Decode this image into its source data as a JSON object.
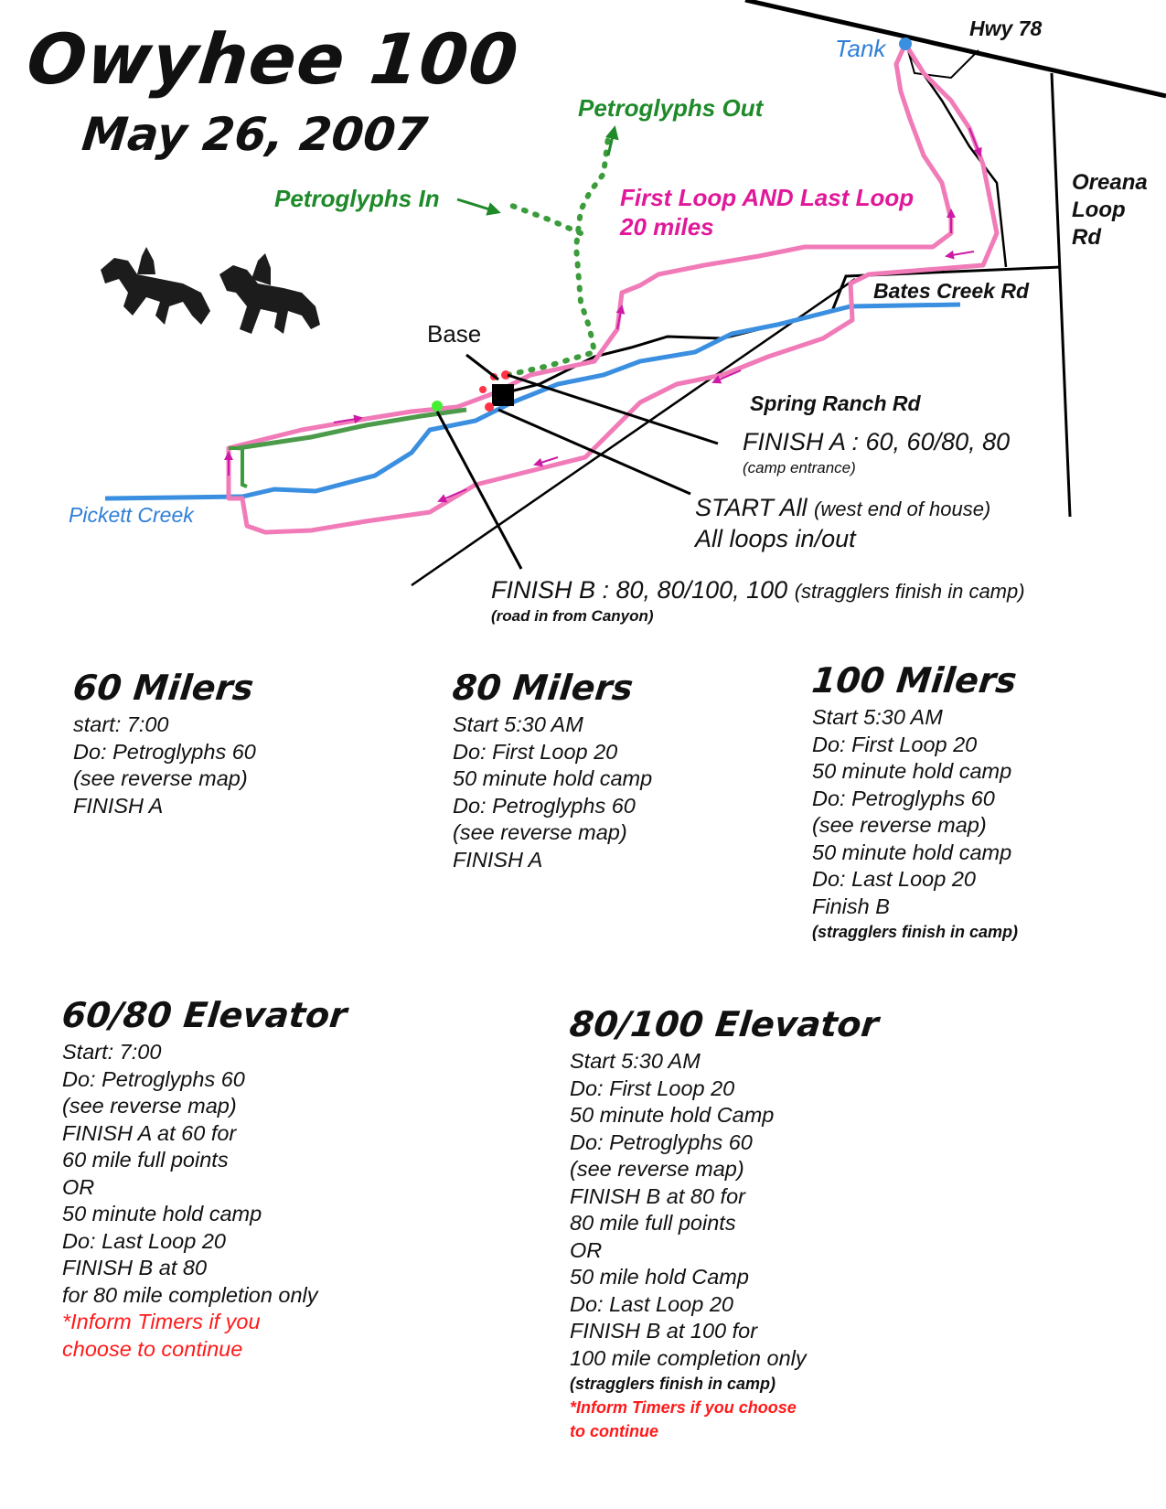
{
  "title": "Owyhee 100",
  "date": "May 26, 2007",
  "map": {
    "labels": {
      "hwy": "Hwy 78",
      "tank": "Tank",
      "oreana_1": "Oreana",
      "oreana_2": "Loop",
      "oreana_3": "Rd",
      "bates": "Bates Creek Rd",
      "spring": "Spring Ranch Rd",
      "pickett": "Pickett Creek",
      "base": "Base",
      "petro_out": "Petroglyphs Out",
      "petro_in": "Petroglyphs In",
      "loop_1": "First Loop AND Last Loop",
      "loop_2": "20 miles",
      "finish_a": "FINISH A : 60, 60/80, 80",
      "finish_a_note": "(camp entrance)",
      "start_all": "START All",
      "start_note": "(west end of house)",
      "all_loops": "All loops in/out",
      "finish_b": "FINISH B : 80, 80/100, 100",
      "finish_b_note": "(stragglers finish in camp)",
      "road_in": "(road in from Canyon)"
    },
    "colors": {
      "road": "#000000",
      "creek": "#3b8fe0",
      "loop": "#f07bb8",
      "loop_dark": "#e25a8c",
      "petroglyph": "#3c9c3c",
      "arrow": "#cc1aa6"
    }
  },
  "sections": {
    "s60": {
      "heading": "60 Milers",
      "lines": [
        "start: 7:00",
        "Do: Petroglyphs 60",
        "(see reverse map)",
        "FINISH A"
      ]
    },
    "s80": {
      "heading": "80 Milers",
      "lines": [
        "Start 5:30 AM",
        "Do: First Loop 20",
        "50 minute hold camp",
        "Do: Petroglyphs 60",
        "(see reverse map)",
        "FINISH A"
      ]
    },
    "s100": {
      "heading": "100 Milers",
      "lines": [
        "Start 5:30 AM",
        "Do: First Loop 20",
        "50 minute hold camp",
        "Do: Petroglyphs 60",
        "(see reverse map)",
        "50 minute hold camp",
        "Do: Last Loop 20",
        "Finish B"
      ],
      "note": "(stragglers finish in camp)"
    },
    "s6080": {
      "heading": "60/80 Elevator",
      "lines": [
        "Start: 7:00",
        "Do: Petroglyphs 60",
        "(see reverse map)",
        "FINISH A at 60 for",
        "60 mile full points",
        "OR",
        "50 minute hold camp",
        "Do: Last Loop 20",
        "FINISH B at  80",
        "for 80 mile completion only"
      ],
      "red_lines": [
        "*Inform Timers if you",
        "choose to continue"
      ]
    },
    "s80100": {
      "heading": "80/100 Elevator",
      "lines": [
        "Start 5:30 AM",
        "Do: First Loop 20",
        "50 minute hold Camp",
        "Do: Petroglyphs 60",
        "(see reverse map)",
        "FINISH B at 80 for",
        "80 mile full points",
        "OR",
        "50 mile hold Camp",
        "Do: Last Loop 20",
        "FINISH B at 100 for",
        "100 mile completion only"
      ],
      "note": "(stragglers finish in camp)",
      "red_lines": [
        "*Inform Timers if you choose",
        "to continue"
      ]
    }
  }
}
